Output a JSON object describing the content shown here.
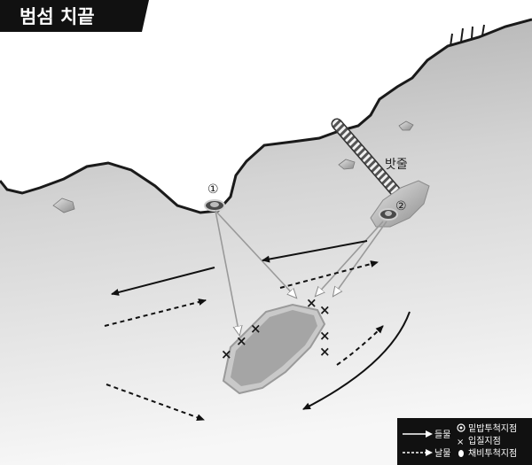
{
  "title": "범섬 치끝",
  "labels": {
    "rope": "밧줄",
    "spot1": "①",
    "spot2": "②"
  },
  "legend": {
    "incoming": "들물",
    "outgoing": "날물",
    "bait_point": "밑밥투척지점",
    "target_point": "입질지점",
    "lure_point": "채비투척지점"
  },
  "marks": {
    "x": "×"
  },
  "colors": {
    "title_bg": "#111111",
    "legend_bg": "#111111",
    "land": "#ffffff",
    "water_dark": "#b8b8b8",
    "water_light": "#f4f4f4",
    "cast_line": "#999999",
    "arrow": "#111111"
  }
}
